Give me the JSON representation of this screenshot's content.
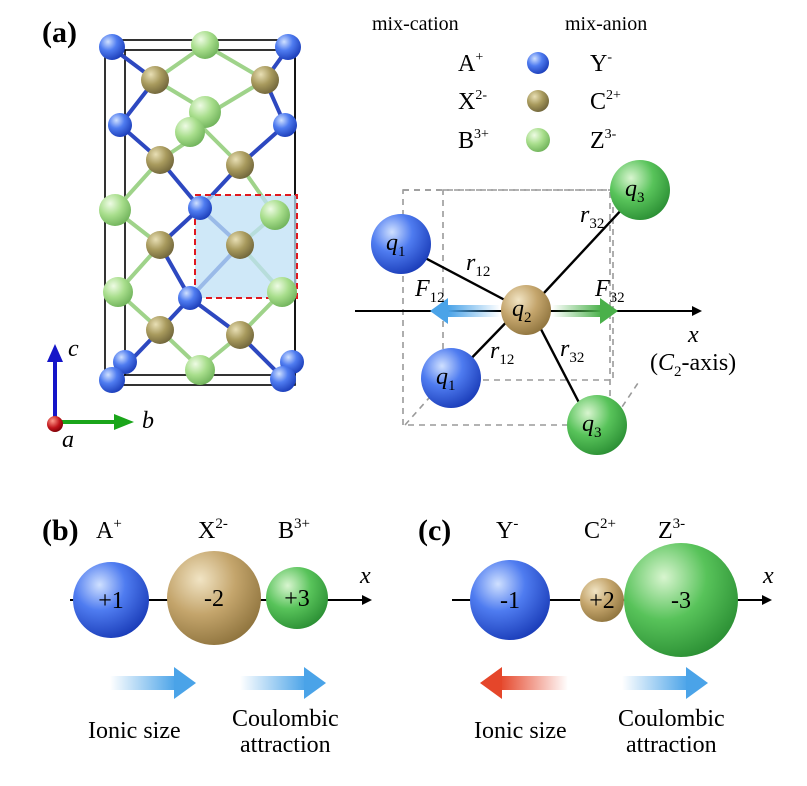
{
  "panels": {
    "a": "(a)",
    "b": "(b)",
    "c": "(c)"
  },
  "legend": {
    "cation_header": "mix-cation",
    "anion_header": "mix-anion",
    "rows": [
      {
        "cation": "A",
        "cation_charge": "+",
        "anion": "Y",
        "anion_charge": "-",
        "color": "blue"
      },
      {
        "cation": "X",
        "cation_charge": "2-",
        "anion": "C",
        "anion_charge": "2+",
        "color": "tan"
      },
      {
        "cation": "B",
        "cation_charge": "3+",
        "anion": "Z",
        "anion_charge": "3-",
        "color": "green"
      }
    ]
  },
  "axes_triad": {
    "a": "a",
    "b": "b",
    "c": "c"
  },
  "model": {
    "q1_top": {
      "base": "q",
      "sub": "1"
    },
    "q1_bottom": {
      "base": "q",
      "sub": "1"
    },
    "q2": {
      "base": "q",
      "sub": "2"
    },
    "q3_top": {
      "base": "q",
      "sub": "3"
    },
    "q3_bottom": {
      "base": "q",
      "sub": "3"
    },
    "r12_top": {
      "base": "r",
      "sub": "12"
    },
    "r12_bottom": {
      "base": "r",
      "sub": "12"
    },
    "r32_top": {
      "base": "r",
      "sub": "32"
    },
    "r32_bottom": {
      "base": "r",
      "sub": "32"
    },
    "F12": {
      "base": "F",
      "sub": "12"
    },
    "F32": {
      "base": "F",
      "sub": "32"
    },
    "x_axis": "x",
    "c2_axis": {
      "pre": "(",
      "base": "C",
      "sub": "2",
      "post": "-axis)"
    }
  },
  "panel_b": {
    "ion_labels": [
      {
        "base": "A",
        "sup": "+"
      },
      {
        "base": "X",
        "sup": "2-"
      },
      {
        "base": "B",
        "sup": "3+"
      }
    ],
    "charges": [
      "+1",
      "-2",
      "+3"
    ],
    "x_axis": "x",
    "caption_left": "Ionic size",
    "caption_right_1": "Coulombic",
    "caption_right_2": "attraction"
  },
  "panel_c": {
    "ion_labels": [
      {
        "base": "Y",
        "sup": "-"
      },
      {
        "base": "C",
        "sup": "2+"
      },
      {
        "base": "Z",
        "sup": "3-"
      }
    ],
    "charges": [
      "-1",
      "+2",
      "-3"
    ],
    "x_axis": "x",
    "caption_left": "Ionic size",
    "caption_right_1": "Coulombic",
    "caption_right_2": "attraction"
  },
  "colors": {
    "blue": "#2f5fd6",
    "tan": "#b79a62",
    "green": "#3fae4a",
    "arrow_blue": "#4aa3e8",
    "arrow_red": "#e5462a",
    "arrow_green": "#4ab04a"
  }
}
